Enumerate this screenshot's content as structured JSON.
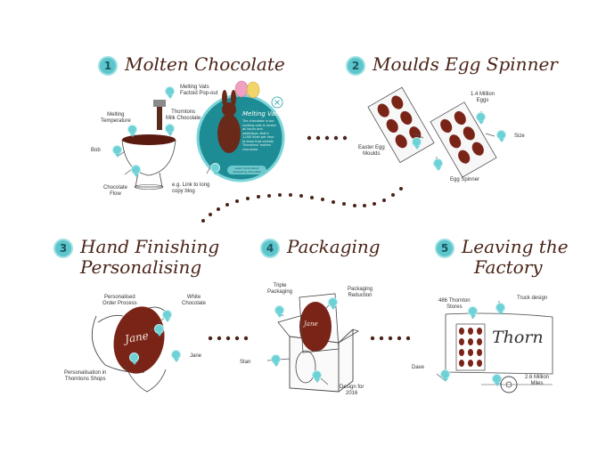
{
  "steps": [
    {
      "num": "1",
      "title": "Molten Chocolate"
    },
    {
      "num": "2",
      "title": "Moulds Egg Spinner"
    },
    {
      "num": "3",
      "title_line1": "Hand Finishing",
      "title_line2": "Personalising"
    },
    {
      "num": "4",
      "title": "Packaging"
    },
    {
      "num": "5",
      "title_line1": "Leaving the",
      "title_line2": "Factory"
    }
  ],
  "step1_labels": {
    "melting_vats": "Melting Vats\nFactoid Pop-out",
    "melting_temp": "Melting\nTemperature",
    "thorntons_milk": "Thorntons\nMilk Chocolate",
    "bob": "Bob",
    "chocolate_flow": "Chocolate\nFlow",
    "link_blog": "e.g. Link to long\ncopy blog"
  },
  "popout": {
    "heading": "Melting Vats",
    "body": "The chocolate in our melting vats is mixed all hours and weekdays, that's 1,000 litres per hour to keep that velvety Thorntons' molten chocolate.",
    "button": "Learn more about tempering chocolate"
  },
  "step2_labels": {
    "million_eggs": "1.4 Million\nEggs",
    "size": "Size",
    "easter_egg_moulds": "Easter Egg\nMoulds",
    "egg_spinner": "Egg Spinner"
  },
  "step3_labels": {
    "personalised_order": "Personalised\nOrder Process",
    "white_chocolate": "White\nChocolate",
    "jane": "Jane",
    "personalisation_shops": "Personalisation in\nThorntons Shops",
    "egg_text": "Jane"
  },
  "step4_labels": {
    "triple_packaging": "Triple\nPackaging",
    "packaging_reduction": "Packaging\nReduction",
    "stan": "Stan",
    "design_2016": "Design for\n2016",
    "egg_text": "Jane"
  },
  "step5_labels": {
    "truck_design": "Truck design",
    "thorntons_stores": "486 Thornton\nStores",
    "dave": "Dave",
    "million_miles": "2.6 Million\nMiles",
    "truck_logo": "Thorn"
  },
  "colors": {
    "accent": "#5cc6cc",
    "chocolate": "#7a2418",
    "ink": "#4a2418"
  }
}
